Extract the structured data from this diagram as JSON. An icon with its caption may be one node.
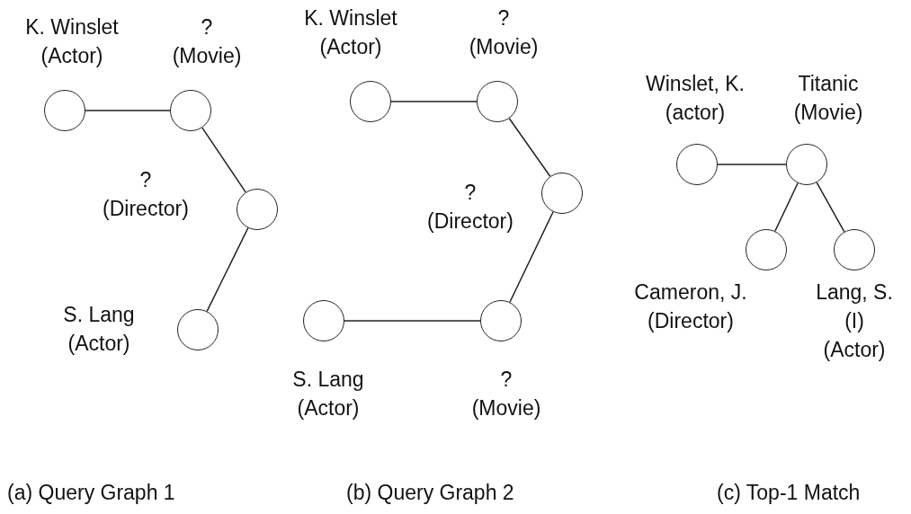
{
  "diagram": {
    "nodes": [
      {
        "text": [
          "K. Winslet",
          "(Actor)"
        ]
      },
      {
        "text": [
          "?",
          "(Movie)"
        ]
      },
      {
        "text": [
          "?",
          "(Director)"
        ]
      },
      {
        "text": [
          "S. Lang",
          "(Actor)"
        ]
      },
      {
        "text": [
          "K. Winslet",
          "(Actor)"
        ]
      },
      {
        "text": [
          "?",
          "(Movie)"
        ]
      },
      {
        "text": [
          "?",
          "(Director)"
        ]
      },
      {
        "text": [
          "S. Lang",
          "(Actor)"
        ]
      },
      {
        "text": [
          "?",
          "(Movie)"
        ]
      },
      {
        "text": [
          "Winslet, K.",
          "(actor)"
        ]
      },
      {
        "text": [
          "Titanic",
          "(Movie)"
        ]
      },
      {
        "text": [
          "Cameron, J.",
          "(Director)"
        ]
      },
      {
        "text": [
          "Lang, S.",
          "(I)",
          "(Actor)"
        ]
      }
    ],
    "edges": [
      {
        "from": 0,
        "to": 1,
        "arrow": "none"
      },
      {
        "from": 1,
        "to": 2,
        "arrow": "none"
      },
      {
        "from": 2,
        "to": 3,
        "arrow": "none"
      },
      {
        "from": 4,
        "to": 5,
        "arrow": "none"
      },
      {
        "from": 5,
        "to": 6,
        "arrow": "none"
      },
      {
        "from": 6,
        "to": 8,
        "arrow": "none"
      },
      {
        "from": 7,
        "to": 8,
        "arrow": "none"
      },
      {
        "from": 9,
        "to": 10,
        "arrow": "none"
      },
      {
        "from": 10,
        "to": 11,
        "arrow": "none"
      },
      {
        "from": 10,
        "to": 12,
        "arrow": "none"
      }
    ],
    "labels": [
      "(a) Query Graph 1",
      "(b) Query Graph 2",
      "(c) Top-1 Match"
    ]
  }
}
